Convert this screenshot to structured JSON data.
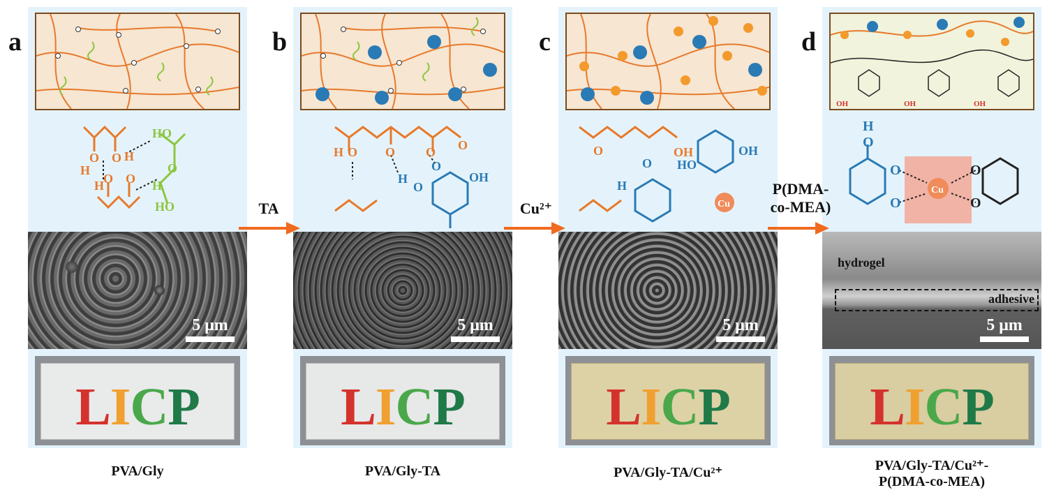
{
  "panels": [
    {
      "letter": "a",
      "scale_label": "5 μm",
      "photo_text": [
        "L",
        "I",
        "C",
        "P"
      ],
      "caption": "PVA/Gly",
      "photo_bg": "#e9eaea"
    },
    {
      "letter": "b",
      "scale_label": "5 μm",
      "photo_text": [
        "L",
        "I",
        "C",
        "P"
      ],
      "caption": "PVA/Gly-TA",
      "photo_bg": "#e7e8e8"
    },
    {
      "letter": "c",
      "scale_label": "5 μm",
      "photo_text": [
        "L",
        "I",
        "C",
        "P"
      ],
      "caption": "PVA/Gly-TA/Cu²⁺",
      "photo_bg": "#ddd2a6"
    },
    {
      "letter": "d",
      "scale_label": "5 μm",
      "photo_text": [
        "L",
        "I",
        "C",
        "P"
      ],
      "caption_line1": "PVA/Gly-TA/Cu²⁺-",
      "caption_line2": "P(DMA-co-MEA)",
      "photo_bg": "#d9cda2"
    }
  ],
  "arrows": [
    {
      "label": "TA"
    },
    {
      "label": "Cu²⁺"
    },
    {
      "label_line1": "P(DMA-",
      "label_line2": "co-MEA)"
    }
  ],
  "sem_labels": {
    "hydrogel": "hydrogel",
    "adhesive": "adhesive"
  },
  "atoms": {
    "H": "H",
    "O": "O",
    "OH": "OH",
    "HO": "HO",
    "Cu": "Cu"
  },
  "colors": {
    "pva": "#e8792a",
    "gly": "#8cc63f",
    "ta": "#2a7ab5",
    "cu": "#f08b5a",
    "arrow": "#f06a1f",
    "L": "#d4322c",
    "I": "#f0a030",
    "C": "#4aa84a",
    "P": "#1f7a48",
    "background": "#e4f3fb"
  }
}
